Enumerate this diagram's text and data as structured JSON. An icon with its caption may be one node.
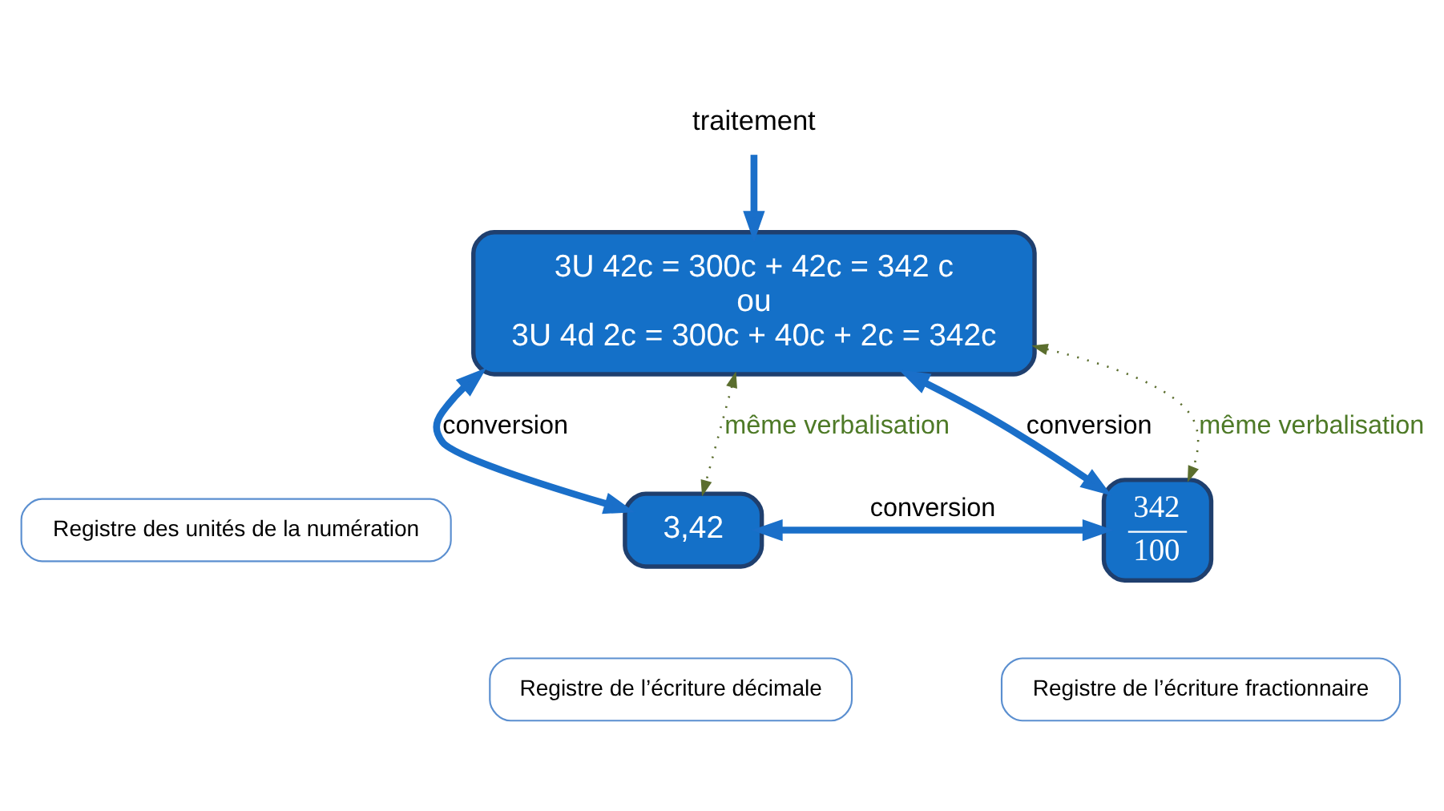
{
  "diagram": {
    "nodes": [
      {
        "text": [
          "3U 42c = 300c + 42c = 342 c",
          "ou",
          "3U 4d 2c = 300c + 40c + 2c = 342c"
        ]
      },
      {
        "text": [
          "Registre des unités de la numération"
        ]
      },
      {
        "text": [
          "3,42"
        ]
      },
      {
        "text": [
          "Registre de l’écriture décimale"
        ]
      },
      {
        "text": [
          "342",
          "100"
        ]
      },
      {
        "text": [
          "Registre de l’écriture fractionnaire"
        ]
      },
      {
        "text": [
          "traitement"
        ]
      }
    ],
    "edges": [
      {
        "from": 6,
        "to": 0,
        "arrow": "to"
      },
      {
        "from": 0,
        "to": 2,
        "arrow": "both",
        "label": "conversion"
      },
      {
        "from": 0,
        "to": 4,
        "arrow": "both",
        "label": "conversion"
      },
      {
        "from": 2,
        "to": 4,
        "arrow": "both",
        "label": "conversion"
      },
      {
        "from": 0,
        "to": 2,
        "arrow": "both",
        "label": "même verbalisation",
        "style": "dashed",
        "color": "#5b6e2e"
      },
      {
        "from": 0,
        "to": 4,
        "arrow": "both",
        "label": "même verbalisation",
        "style": "dashed",
        "color": "#5b6e2e"
      }
    ]
  }
}
